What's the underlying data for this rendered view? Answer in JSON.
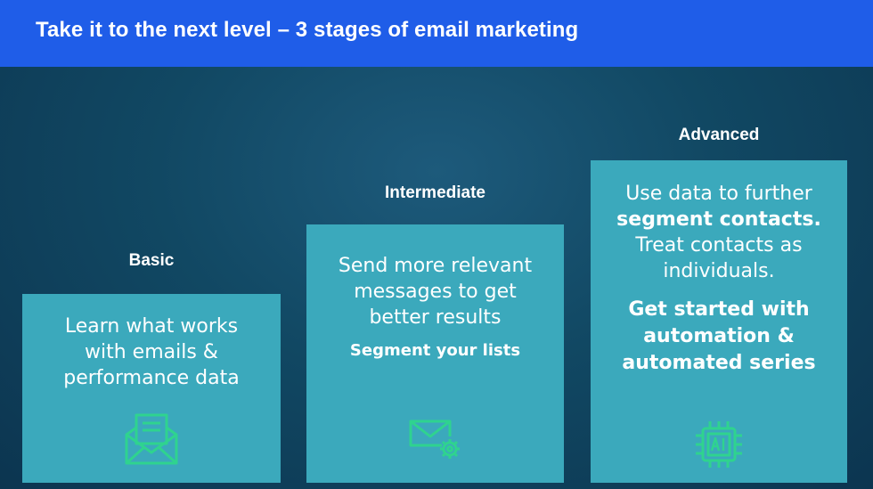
{
  "header": {
    "title": "Take it to the next level – 3 stages of email marketing"
  },
  "stages": [
    {
      "label": "Basic",
      "text": [
        "Learn what works",
        "with emails &",
        "performance data"
      ],
      "icon": "open-envelope-icon"
    },
    {
      "label": "Intermediate",
      "text": [
        "Send more relevant",
        "messages to get",
        "better results"
      ],
      "subtext": "Segment your lists",
      "icon": "envelope-gear-icon"
    },
    {
      "label": "Advanced",
      "text_line1": "Use data to further",
      "text_bold": "segment contacts.",
      "text_line3": "Treat contacts as",
      "text_line4": "individuals.",
      "subtext": [
        "Get started with",
        "automation &",
        "automated series"
      ],
      "icon": "ai-chip-icon"
    }
  ],
  "colors": {
    "header": "#1f5de8",
    "card": "#3ba9bc",
    "icon": "#2fd38f"
  }
}
